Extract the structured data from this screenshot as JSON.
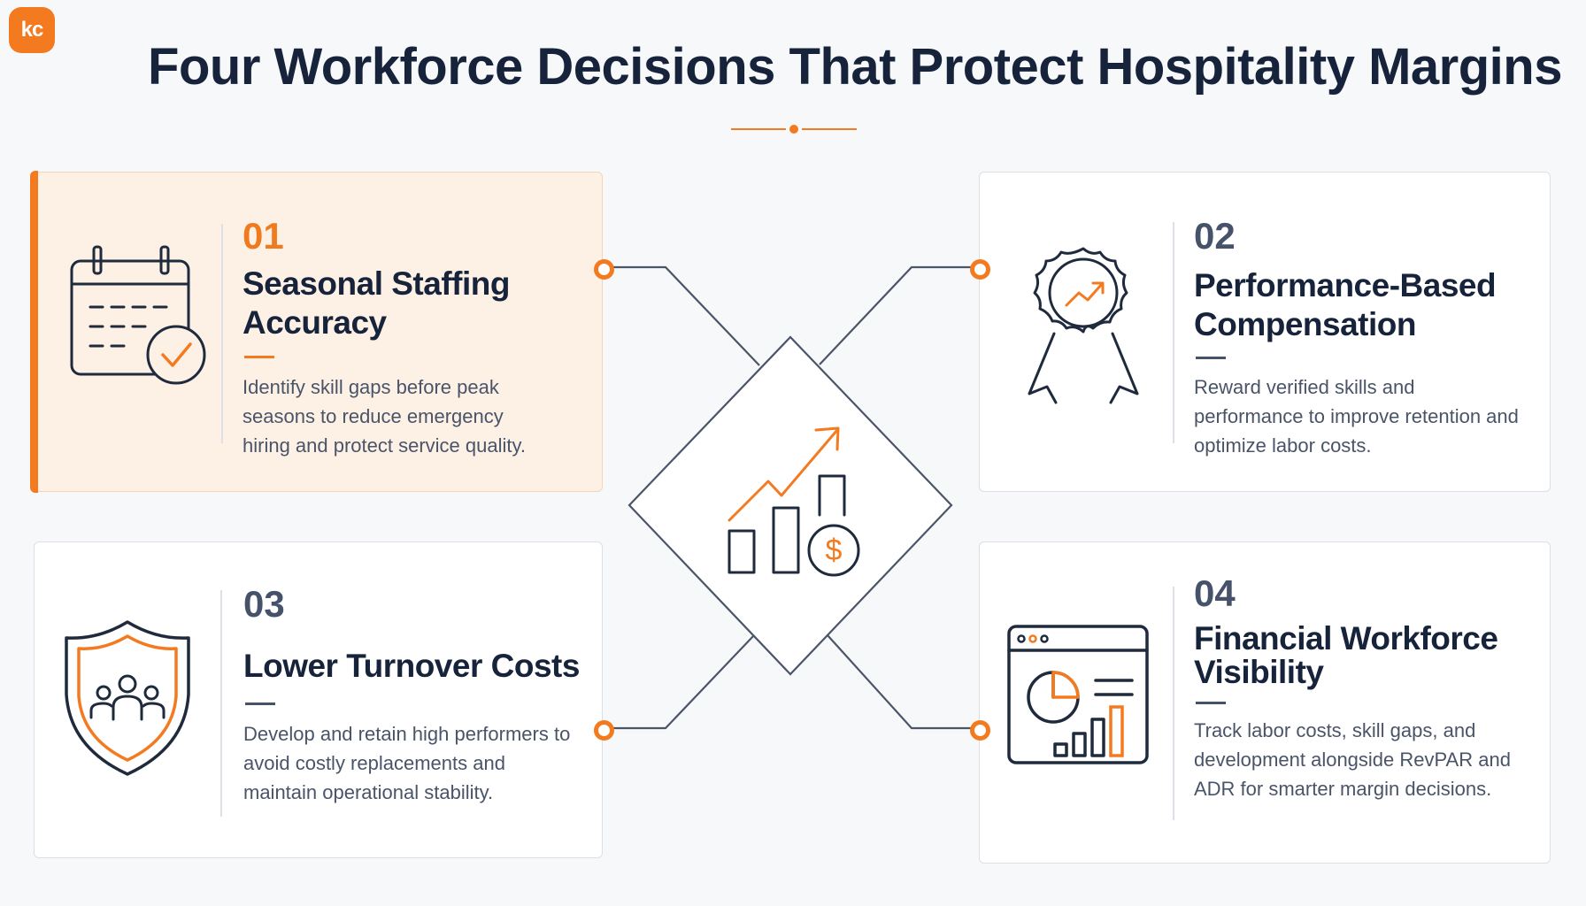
{
  "brand": {
    "logo_text": "kc"
  },
  "title": "Four Workforce Decisions That Protect Hospitality Margins",
  "colors": {
    "accent": "#f47a20",
    "navy": "#16233a",
    "slate": "#46526a"
  },
  "center_icon": "growth-chart-dollar-icon",
  "cards": [
    {
      "number": "01",
      "heading": "Seasonal Staffing Accuracy",
      "description": "Identify skill gaps before peak seasons to reduce emergency hiring and protect service quality.",
      "icon": "calendar-check-icon",
      "highlighted": true
    },
    {
      "number": "02",
      "heading": "Performance-Based Compensation",
      "description": "Reward verified skills and performance to improve retention and optimize labor costs.",
      "icon": "award-badge-icon",
      "highlighted": false
    },
    {
      "number": "03",
      "heading": "Lower Turnover Costs",
      "description": "Develop and retain high performers to avoid costly replacements and maintain operational stability.",
      "icon": "shield-team-icon",
      "highlighted": false
    },
    {
      "number": "04",
      "heading": "Financial Workforce Visibility",
      "description": "Track labor costs, skill gaps, and development alongside RevPAR and ADR for smarter margin decisions.",
      "icon": "dashboard-analytics-icon",
      "highlighted": false
    }
  ]
}
